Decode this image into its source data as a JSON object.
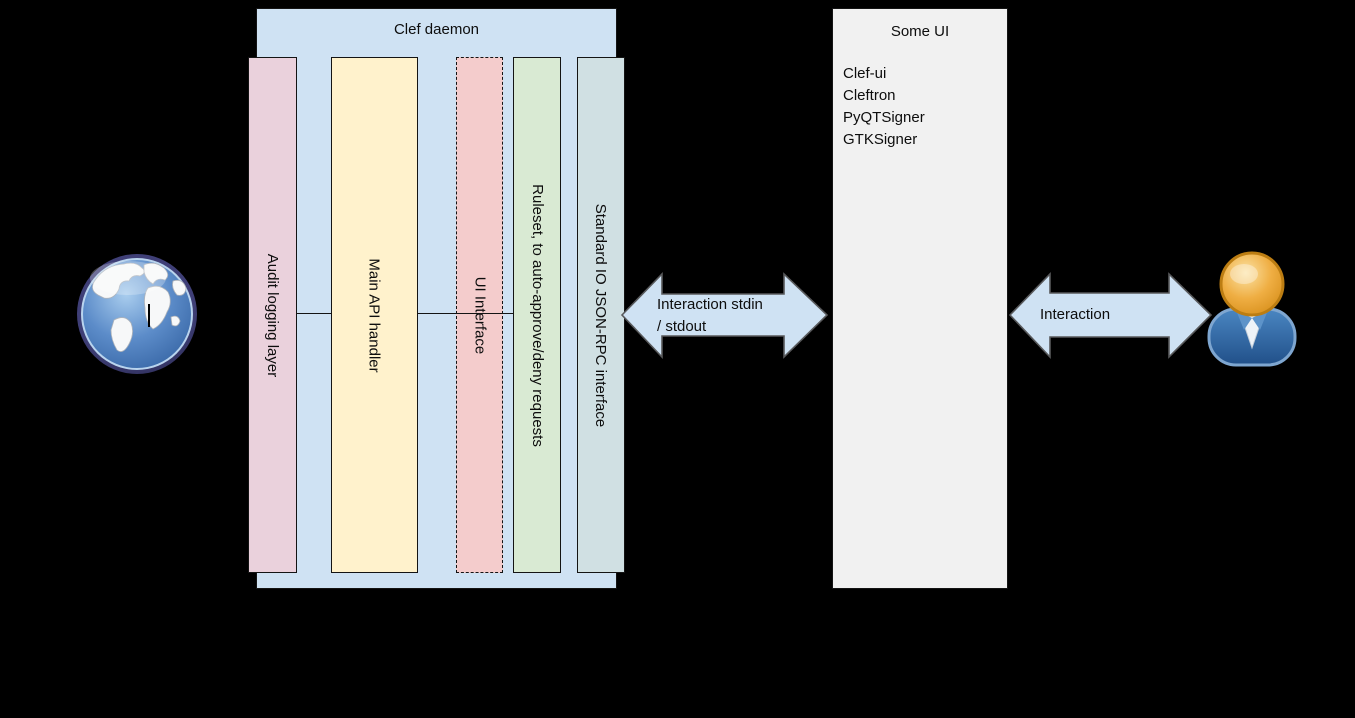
{
  "clef": {
    "title": "Clef daemon",
    "box_fill": "#cfe2f3",
    "layers": [
      {
        "label": "Audit logging layer",
        "fill": "#ead1dc",
        "border_style": "solid"
      },
      {
        "label": "Main API handler",
        "fill": "#fff2cc",
        "border_style": "solid"
      },
      {
        "label": "UI Interface",
        "fill": "#f4cccc",
        "border_style": "dashed"
      },
      {
        "label": "Ruleset, to auto-approve/deny requests",
        "fill": "#d9ead3",
        "border_style": "solid"
      },
      {
        "label": "Standard IO JSON-RPC interface",
        "fill": "#d0e0e3",
        "border_style": "solid"
      }
    ]
  },
  "some_ui": {
    "title": "Some UI",
    "box_fill": "#f1f1f1",
    "items": [
      "Clef-ui",
      "Cleftron",
      "PyQTSigner",
      "GTKSigner"
    ]
  },
  "arrow_left": {
    "label_line1": "Interaction stdin",
    "label_line2": "/ stdout",
    "fill": "#cfe2f3",
    "stroke": "#58595b"
  },
  "arrow_right": {
    "label": "Interaction",
    "fill": "#cfe2f3",
    "stroke": "#58595b"
  },
  "icons": {
    "left": "globe-icon",
    "right": "user-icon",
    "globe_ocean_color": "#4a7ec0",
    "user_head_color": "#eeab3f",
    "user_body_color": "#2e6ca8"
  },
  "background_color": "#000000"
}
